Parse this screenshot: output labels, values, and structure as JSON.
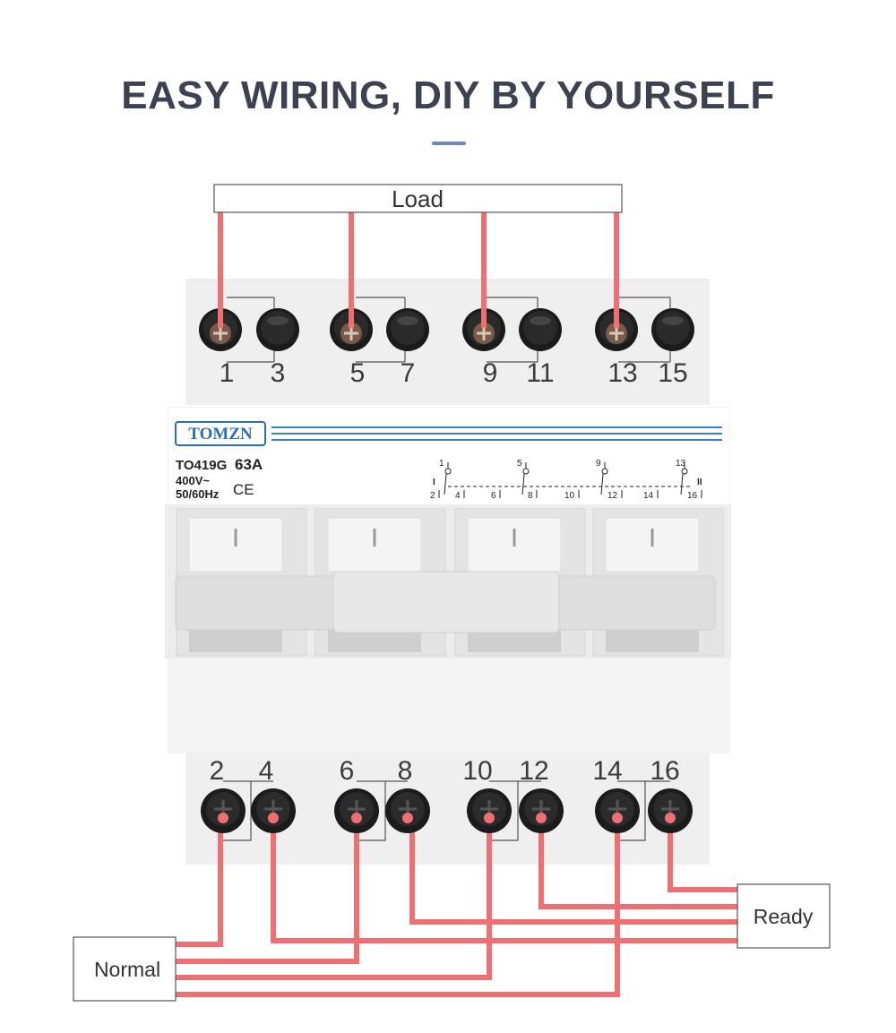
{
  "title": "EASY WIRING, DIY BY YOURSELF",
  "colors": {
    "wire": "#ef6f73",
    "accent": "#6a88b8",
    "brand_blue": "#2f6db5",
    "title": "#3d4252"
  },
  "labels": {
    "load": "Load",
    "normal": "Normal",
    "ready": "Ready"
  },
  "device": {
    "brand": "TOMZN",
    "model": "TO419G",
    "rating": "63A",
    "voltage": "400V~",
    "frequency": "50/60Hz",
    "ce": "CE",
    "schematic": {
      "pos1": "I",
      "pos2": "II",
      "top_numbers": [
        "1",
        "5",
        "9",
        "13"
      ],
      "bottom_numbers": [
        "2",
        "4",
        "6",
        "8",
        "10",
        "12",
        "14",
        "16"
      ]
    }
  },
  "top_terminals": [
    "1",
    "3",
    "5",
    "7",
    "9",
    "11",
    "13",
    "15"
  ],
  "bottom_terminals": [
    "2",
    "4",
    "6",
    "8",
    "10",
    "12",
    "14",
    "16"
  ]
}
